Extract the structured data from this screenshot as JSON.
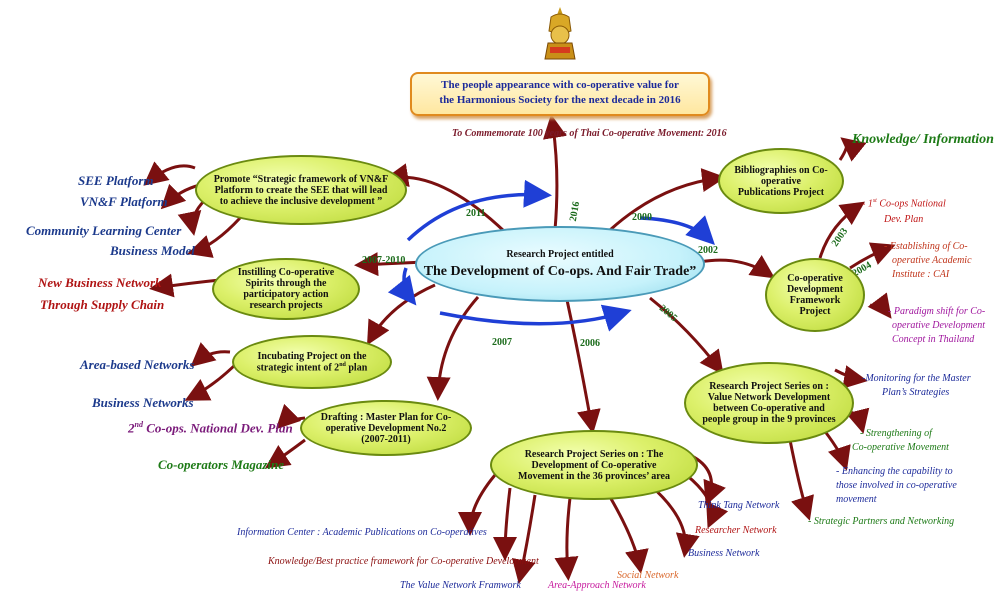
{
  "top_banner": {
    "line1": "The people appearance with co-operative value for",
    "line2": "the Harmonious Society for the next decade in 2016"
  },
  "commemorate": "To Commemorate 100 years of Thai Co-operative Movement: 2016",
  "center": {
    "line1": "Research Project entitled",
    "line2": "The Development of Co-ops. And Fair Trade”"
  },
  "years": {
    "y2011": "2011",
    "y2016": "2016",
    "y2000": "2000",
    "y2002": "2002",
    "y2007_2010": "2007-2010",
    "y2005": "2005",
    "y2007": "2007",
    "y2006": "2006",
    "y2003": "2003",
    "y2004": "2004"
  },
  "nodes": {
    "promote": "Promote “Strategic framework of VN&F Platform to create the SEE that will lead to achieve the inclusive development ”",
    "instilling": "Instilling Co-operative Spirits through the participatory action research projects",
    "incubating": "Incubating Project on the strategic intent of 2",
    "incubating_sup": "nd",
    "incubating_end": " plan",
    "drafting": "Drafting : Master Plan for Co-operative Development No.2 (2007-2011)",
    "series36": "Research Project Series on : The Development of Co-operative Movement in the 36 provinces’ area",
    "series9": "Research Project Series on : Value Network Development between Co-operative and people group in the 9 provinces",
    "framework": "Co-operative Development Framework Project",
    "biblio": "Bibliographies on Co-operative Publications Project"
  },
  "left_outputs": {
    "see": "SEE Platform",
    "vnf": "VN&F Platform",
    "clc": "Community Learning Center",
    "bm": "Business Model",
    "nbn1": "New Business Network",
    "nbn2": "Through Supply Chain",
    "abn": "Area-based Networks",
    "bn": "Business Networks",
    "plan2_pre": "2",
    "plan2_sup": "nd",
    "plan2_post": " Co-ops. National Dev. Plan",
    "mag": "Co-operators Magazine"
  },
  "right_outputs": {
    "knowledge": "Knowledge/ Information",
    "plan1_pre": "- 1",
    "plan1_sup": "st",
    "plan1_post": " Co-ops National",
    "plan1_l2": "Dev. Plan",
    "cai1": "- Establishing of Co-",
    "cai2": "operative Academic",
    "cai3": "Institute : CAI",
    "paradigm1": "- Paradigm shift for Co-",
    "paradigm2": "operative Development",
    "paradigm3": "Concept in Thailand",
    "monitor1": "-Monitoring for the Master",
    "monitor2": "Plan’s Strategies",
    "strength1": "- Strengthening of",
    "strength2": "Co-operative Movement",
    "enh1": "- Enhancing the capability to",
    "enh2": "those involved in co-operative",
    "enh3": "movement",
    "strategic": "- Strategic Partners and Networking"
  },
  "bottom_outputs": {
    "info": "Information Center : Academic Publications on Co-operatives",
    "kb": "Knowledge/Best practice framework for Co-operative Development",
    "vnf": "The Value Network Framwork",
    "area": "Area-Approach Network",
    "social": "Social Network",
    "business": "Business Network",
    "researcher": "Researcher Network",
    "think": "Think Tang Network"
  }
}
